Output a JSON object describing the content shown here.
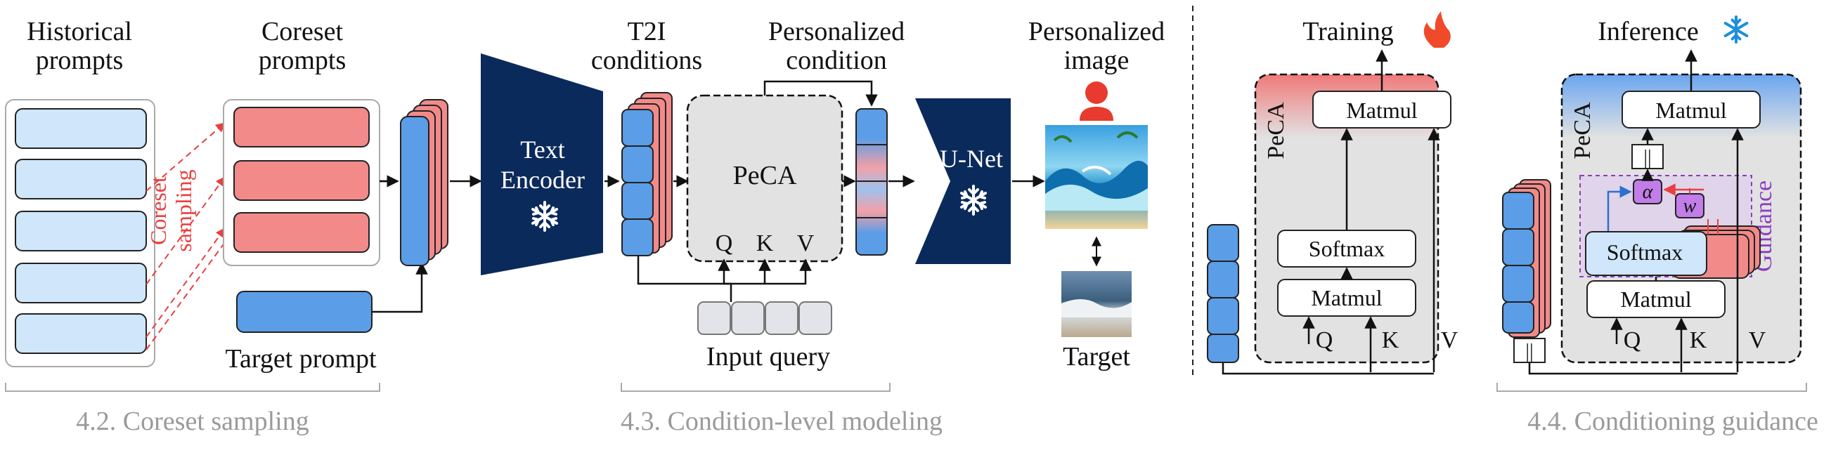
{
  "colors": {
    "dark_navy": "#0b2a5c",
    "light_blue": "#cfe6fb",
    "mid_blue": "#5b9de6",
    "salmon": "#f28a8a",
    "gray_panel": "#e2e2e2",
    "accent_red": "#e84040",
    "purple": "#8a3dbf",
    "section_gray": "#9a9a9a"
  },
  "coreset": {
    "historical_title": [
      "Historical",
      "prompts"
    ],
    "coreset_title": [
      "Coreset",
      "prompts"
    ],
    "sampling_label": [
      "Coreset",
      "sampling"
    ],
    "target_prompt": "Target prompt",
    "section": "4.2. Coreset sampling"
  },
  "condition_modeling": {
    "text_encoder": [
      "Text",
      "Encoder"
    ],
    "t2i_title": [
      "T2I",
      "conditions"
    ],
    "personalized_condition_title": [
      "Personalized",
      "condition"
    ],
    "peca": "PeCA",
    "q": "Q",
    "k": "K",
    "v": "V",
    "input_query": "Input query",
    "unet": "U-Net",
    "personalized_image_title": [
      "Personalized",
      "image"
    ],
    "target": "Target",
    "section": "4.3. Condition-level modeling",
    "icons": [
      "snowflake-icon",
      "person-icon",
      "wave-image",
      "beach-photo"
    ]
  },
  "guidance": {
    "training_title": "Training",
    "inference_title": "Inference",
    "peca": "PeCA",
    "matmul": "Matmul",
    "softmax": "Softmax",
    "q": "Q",
    "k": "K",
    "v": "V",
    "alpha": "α",
    "w": "w",
    "parallel": "||",
    "guidance_label": "Guidance",
    "section": "4.4. Conditioning guidance",
    "icons": [
      "fire-icon",
      "snowflake-icon"
    ]
  }
}
